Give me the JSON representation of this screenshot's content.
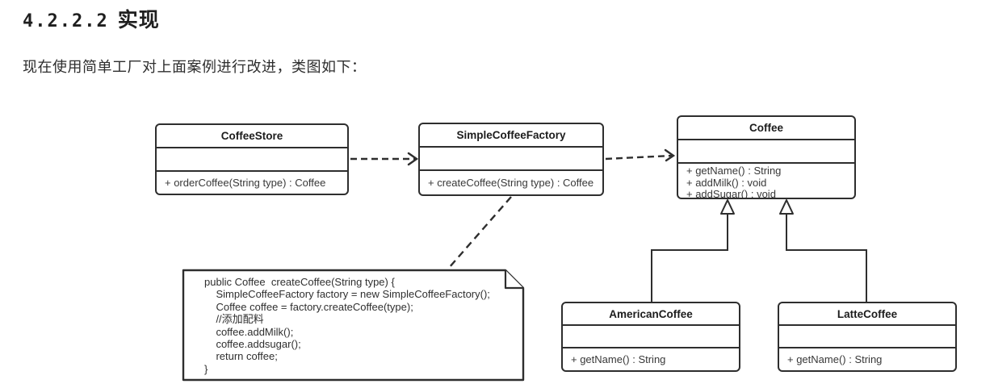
{
  "colors": {
    "background": "#ffffff",
    "line": "#2e2e2e",
    "heading_text": "#1f1f1f",
    "body_text": "#2d2d2d",
    "method_text": "#383838"
  },
  "heading": {
    "number": "4.2.2.2",
    "title": "实现"
  },
  "intro": "现在使用简单工厂对上面案例进行改进，类图如下：",
  "diagram": {
    "classes": [
      {
        "name": "CoffeeStore",
        "methods": [
          "+ orderCoffee(String type) : Coffee"
        ]
      },
      {
        "name": "SimpleCoffeeFactory",
        "methods": [
          "+ createCoffee(String type) : Coffee"
        ]
      },
      {
        "name": "Coffee",
        "methods": [
          "+ getName() : String",
          "+ addMilk() : void",
          "+ addSugar() : void"
        ]
      },
      {
        "name": "AmericanCoffee",
        "methods": [
          "+ getName() : String"
        ]
      },
      {
        "name": "LatteCoffee",
        "methods": [
          "+ getName() : String"
        ]
      }
    ],
    "note": {
      "lines": [
        "public Coffee  createCoffee(String type) {",
        "    SimpleCoffeeFactory factory = new SimpleCoffeeFactory();",
        "    Coffee coffee = factory.createCoffee(type);",
        "    //添加配料",
        "    coffee.addMilk();",
        "    coffee.addsugar();",
        "    return coffee;",
        "}"
      ]
    },
    "relations": [
      {
        "type": "dashed-dependency",
        "from": "CoffeeStore",
        "to": "SimpleCoffeeFactory"
      },
      {
        "type": "dashed-dependency",
        "from": "SimpleCoffeeFactory",
        "to": "Coffee"
      },
      {
        "type": "dashed-link",
        "from": "SimpleCoffeeFactory",
        "to": "code-note"
      },
      {
        "type": "inheritance",
        "from": "AmericanCoffee",
        "to": "Coffee"
      },
      {
        "type": "inheritance",
        "from": "LatteCoffee",
        "to": "Coffee"
      }
    ]
  }
}
